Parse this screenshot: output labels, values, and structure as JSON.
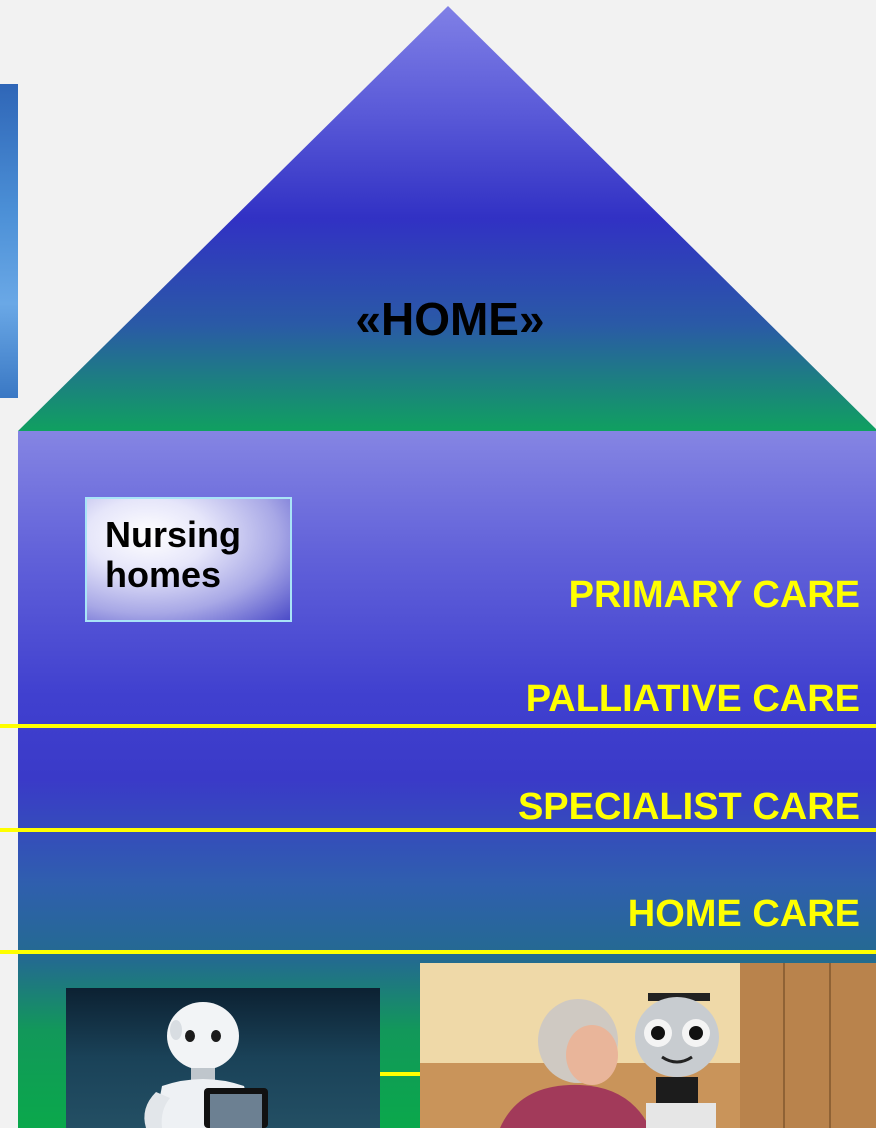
{
  "roof": {
    "title": "«HOME»"
  },
  "nursing_box": {
    "line1": "Nursing",
    "line2": "homes"
  },
  "care_levels": [
    {
      "label": "PRIMARY CARE"
    },
    {
      "label": "PALLIATIVE CARE"
    },
    {
      "label": "SPECIALIST CARE"
    },
    {
      "label": "HOME CARE"
    }
  ],
  "colors": {
    "label_yellow": "#ffff00",
    "roof_top": "#8080e6",
    "roof_mid": "#3131c4",
    "base_green": "#0aa84b"
  },
  "photos": [
    {
      "icon": "humanoid-robot-photo"
    },
    {
      "icon": "elderly-woman-with-robot-photo"
    }
  ]
}
